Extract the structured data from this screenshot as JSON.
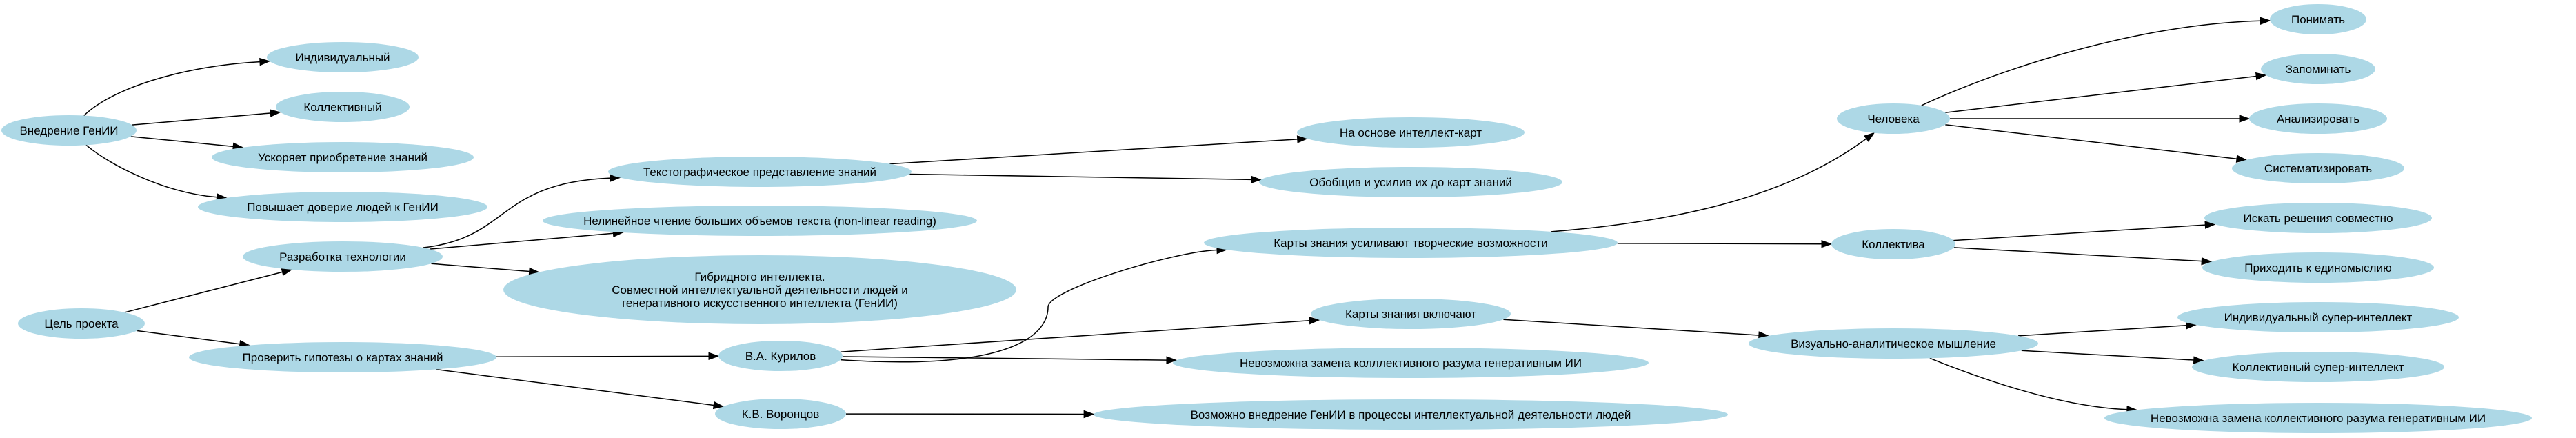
{
  "diagram": {
    "nodes": [
      {
        "id": "vnedrenie",
        "lines": [
          "Внедрение ГенИИ"
        ]
      },
      {
        "id": "individ",
        "lines": [
          "Индивидуальный"
        ]
      },
      {
        "id": "kollektiv",
        "lines": [
          "Коллективный"
        ]
      },
      {
        "id": "uskoryaet",
        "lines": [
          "Ускоряет приобретение знаний"
        ]
      },
      {
        "id": "povyshaet",
        "lines": [
          "Повышает доверие людей к ГенИИ"
        ]
      },
      {
        "id": "cel",
        "lines": [
          "Цель проекта"
        ]
      },
      {
        "id": "razrabotka",
        "lines": [
          "Разработка технологии"
        ]
      },
      {
        "id": "proverit",
        "lines": [
          "Проверить гипотезы о картах знаний"
        ]
      },
      {
        "id": "tekstograf",
        "lines": [
          "Текстографическое представление знаний"
        ]
      },
      {
        "id": "nelineynoe",
        "lines": [
          "Нелинейное чтение больших объемов текста (non-linear reading)"
        ]
      },
      {
        "id": "gibrid",
        "lines": [
          "Гибридного интеллекта.",
          "Совместной интеллектуальной деятельности людей и",
          "генеративного искусственного интеллекта (ГенИИ)"
        ]
      },
      {
        "id": "kurilov",
        "lines": [
          "В.А. Курилов"
        ]
      },
      {
        "id": "voroncov",
        "lines": [
          "К.В. Воронцов"
        ]
      },
      {
        "id": "naosnove",
        "lines": [
          "На основе интеллект-карт"
        ]
      },
      {
        "id": "obobshiv",
        "lines": [
          "Обобщив и усилив их до карт знаний"
        ]
      },
      {
        "id": "kartyusil",
        "lines": [
          "Карты знания усиливают творческие возможности"
        ]
      },
      {
        "id": "kartyvkl",
        "lines": [
          "Карты знания включают"
        ]
      },
      {
        "id": "nevozm1",
        "lines": [
          "Невозможна замена колллективного разума генеративным ИИ"
        ]
      },
      {
        "id": "vozmozhno",
        "lines": [
          "Возможно внедрение ГенИИ в процессы интеллектуальной деятельности людей"
        ]
      },
      {
        "id": "cheloveka",
        "lines": [
          "Человека"
        ]
      },
      {
        "id": "kollektiva",
        "lines": [
          "Коллектива"
        ]
      },
      {
        "id": "vizual",
        "lines": [
          "Визуально-аналитическое мышление"
        ]
      },
      {
        "id": "ponimat",
        "lines": [
          "Понимать"
        ]
      },
      {
        "id": "zapominat",
        "lines": [
          "Запоминать"
        ]
      },
      {
        "id": "analiz",
        "lines": [
          "Анализировать"
        ]
      },
      {
        "id": "sistemat",
        "lines": [
          "Систематизировать"
        ]
      },
      {
        "id": "iskat",
        "lines": [
          "Искать решения совместно"
        ]
      },
      {
        "id": "prihodit",
        "lines": [
          "Приходить к единомыслию"
        ]
      },
      {
        "id": "indsuper",
        "lines": [
          "Индивидуальный супер-интеллект"
        ]
      },
      {
        "id": "kolsuper",
        "lines": [
          "Коллективный супер-интеллект"
        ]
      },
      {
        "id": "nevozm2",
        "lines": [
          "Невозможна замена коллективного разума генеративным ИИ"
        ]
      }
    ],
    "edges": [
      [
        "vnedrenie",
        "individ"
      ],
      [
        "vnedrenie",
        "kollektiv"
      ],
      [
        "vnedrenie",
        "uskoryaet"
      ],
      [
        "vnedrenie",
        "povyshaet"
      ],
      [
        "cel",
        "razrabotka"
      ],
      [
        "cel",
        "proverit"
      ],
      [
        "razrabotka",
        "tekstograf"
      ],
      [
        "razrabotka",
        "nelineynoe"
      ],
      [
        "razrabotka",
        "gibrid"
      ],
      [
        "proverit",
        "kurilov"
      ],
      [
        "proverit",
        "voroncov"
      ],
      [
        "tekstograf",
        "naosnove"
      ],
      [
        "tekstograf",
        "obobshiv"
      ],
      [
        "kurilov",
        "kartyusil"
      ],
      [
        "kurilov",
        "kartyvkl"
      ],
      [
        "kurilov",
        "nevozm1"
      ],
      [
        "voroncov",
        "vozmozhno"
      ],
      [
        "kartyusil",
        "cheloveka"
      ],
      [
        "kartyusil",
        "kollektiva"
      ],
      [
        "kartyvkl",
        "vizual"
      ],
      [
        "cheloveka",
        "ponimat"
      ],
      [
        "cheloveka",
        "zapominat"
      ],
      [
        "cheloveka",
        "analiz"
      ],
      [
        "cheloveka",
        "sistemat"
      ],
      [
        "kollektiva",
        "iskat"
      ],
      [
        "kollektiva",
        "prihodit"
      ],
      [
        "vizual",
        "indsuper"
      ],
      [
        "vizual",
        "kolsuper"
      ],
      [
        "vizual",
        "nevozm2"
      ]
    ]
  }
}
